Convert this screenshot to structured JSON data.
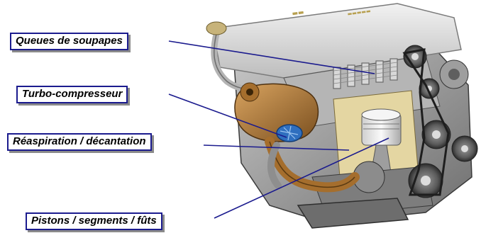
{
  "labels": {
    "valves": "Queues de soupapes",
    "turbo": "Turbo-compresseur",
    "breather": "Réaspiration / décantation",
    "pistons": "Pistons / segments / fûts"
  },
  "colors": {
    "callout_line": "#1b1b8e",
    "label_border": "#1b1b8e",
    "label_shadow": "#8a8a8a",
    "engine_cover": "#dcdcdc",
    "engine_metal": "#a8a8a8",
    "engine_dark": "#4a4a4a",
    "engine_copper": "#b07a3a",
    "turbo_blue": "#2f6fbf",
    "piston_silver": "#e6e6e6"
  },
  "icons": {
    "engine": "engine-cutaway-illustration"
  }
}
